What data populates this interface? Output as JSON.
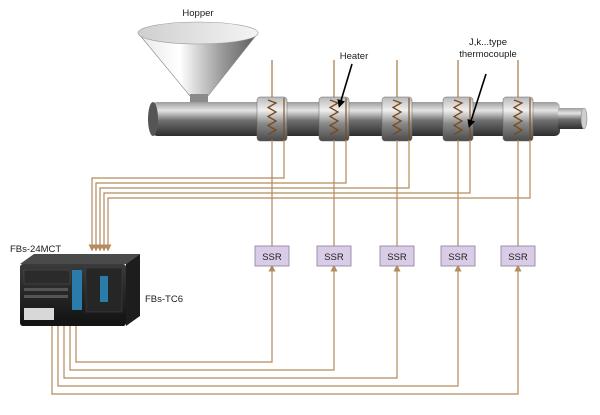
{
  "labels": {
    "hopper": "Hopper",
    "heater": "Heater",
    "thermocouple_line1": "J,k...type",
    "thermocouple_line2": "thermocouple",
    "plc_main": "FBs-24MCT",
    "plc_module": "FBs-TC6"
  },
  "ssr_units": [
    {
      "label": "SSR"
    },
    {
      "label": "SSR"
    },
    {
      "label": "SSR"
    },
    {
      "label": "SSR"
    },
    {
      "label": "SSR"
    }
  ],
  "colors": {
    "wire": "#b48a5e",
    "ssr_fill": "#d9cce6",
    "ssr_stroke": "#8a7a9c",
    "barrel": "#6a6a6a",
    "heater_coil": "#7a4a1a",
    "arrow": "#000000"
  }
}
